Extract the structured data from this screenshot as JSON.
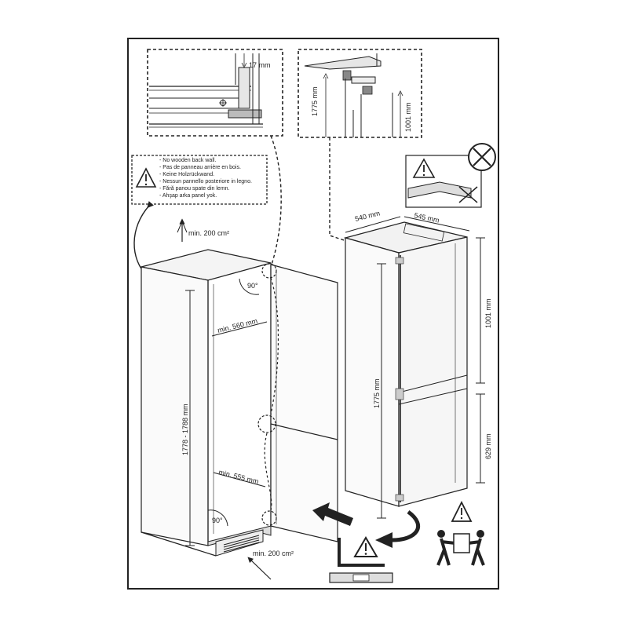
{
  "detail_left": {
    "dim_label": "17 mm"
  },
  "detail_right": {
    "height_total": "1775 mm",
    "height_upper": "1001 mm"
  },
  "warning_box": {
    "lines": [
      "- No wooden back wall.",
      "- Pas de panneau arrière en bois.",
      "- Keine Holzrückwand.",
      "- Nessun pannello posteriore in legno.",
      "- Fără panou spate din lemn.",
      "- Ahşap arka panel yok."
    ]
  },
  "cabinet": {
    "vent_top": "min. 200 cm²",
    "vent_bottom": "min. 200 cm²",
    "height": "1778 - 1788 mm",
    "width_top": "min. 560 mm",
    "width_bottom": "min. 555 mm",
    "angle_top": "90°",
    "angle_bottom": "90°"
  },
  "fridge": {
    "width": "540 mm",
    "depth": "545 mm",
    "height": "1775 mm",
    "upper_height": "1001 mm",
    "lower_height": "629 mm"
  },
  "colors": {
    "line": "#222222",
    "background": "#ffffff"
  }
}
